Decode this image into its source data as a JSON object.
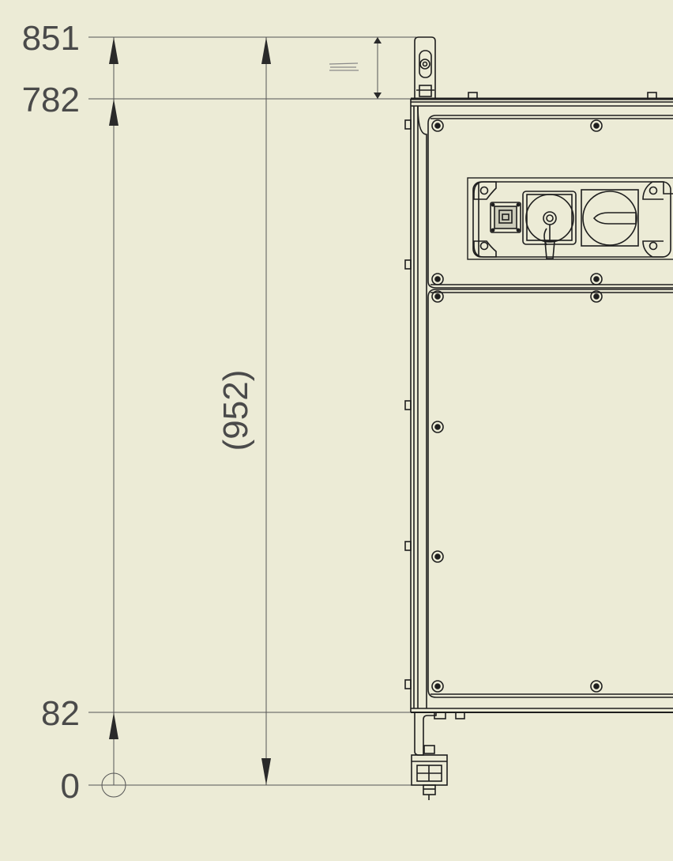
{
  "drawing": {
    "background": "#ecebd6",
    "line_color": "#1e1e1e",
    "dim_line_color": "#555555",
    "text_color": "#4a4a4a"
  },
  "dimensions": {
    "ordinate_labels": [
      "851",
      "782",
      "82",
      "0"
    ],
    "reference_dim": "(952)"
  }
}
